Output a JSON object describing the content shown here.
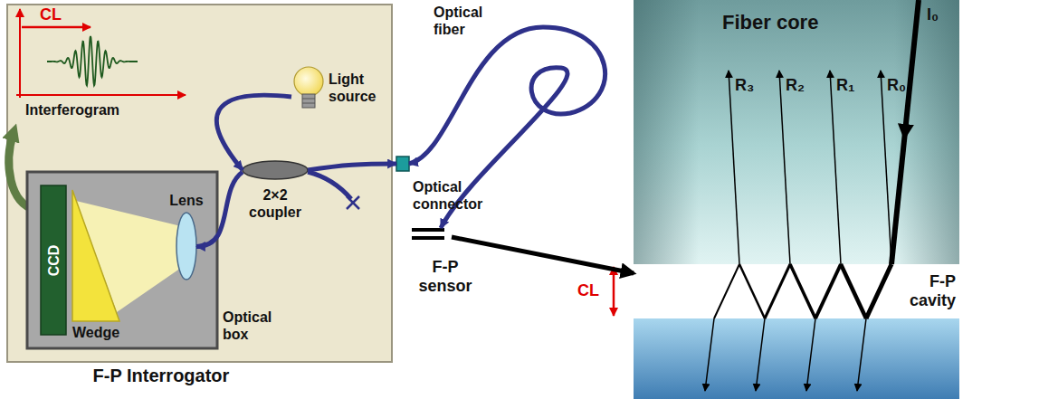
{
  "diagram": {
    "nodes": [
      {
        "text": [
          "F-P Interrogator"
        ]
      },
      {
        "text": [
          "Optical box"
        ],
        "in": 0
      },
      {
        "text": [
          "CCD"
        ],
        "in": 1
      },
      {
        "text": [
          "Wedge"
        ],
        "in": 1
      },
      {
        "text": [
          "Lens"
        ],
        "in": 1
      },
      {
        "text": [
          "Light source"
        ],
        "in": 0
      },
      {
        "text": [
          "2×2 coupler"
        ],
        "in": 0
      },
      {
        "text": [
          "Optical connector"
        ]
      },
      {
        "text": [
          "F-P sensor"
        ]
      },
      {
        "text": [
          "Fiber core"
        ]
      },
      {
        "text": [
          "F-P cavity"
        ]
      }
    ],
    "edges": [
      {
        "from": 5,
        "to": 6,
        "arrow": "to"
      },
      {
        "from": 6,
        "to": 4,
        "arrow": "to"
      },
      {
        "from": 6,
        "to": 7,
        "arrow": "to"
      },
      {
        "from": 7,
        "to": 8,
        "arrow": "both",
        "label": "Optical fiber"
      },
      {
        "from": 8,
        "to": 10,
        "arrow": "to"
      }
    ],
    "labels": [
      "CL",
      "Interferogram",
      "I₀",
      "R₃",
      "R₂",
      "R₁",
      "R₀",
      "CL"
    ]
  }
}
